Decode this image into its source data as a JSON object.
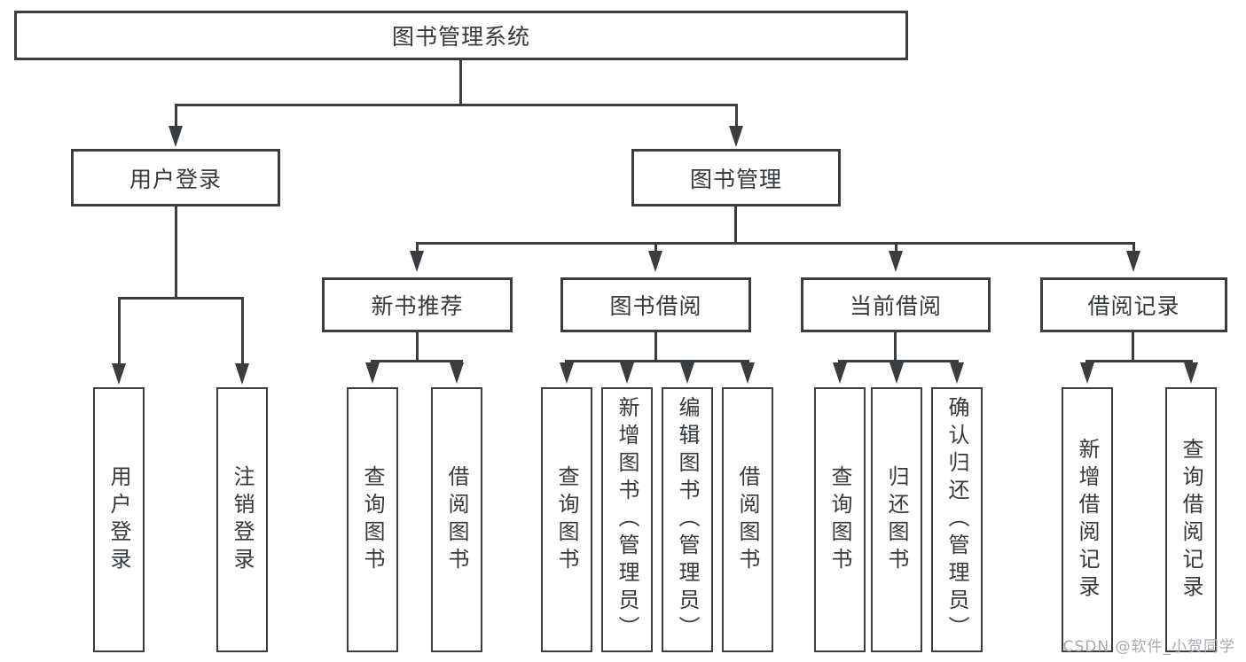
{
  "tree": {
    "label": "图书管理系统",
    "children": [
      {
        "label": "用户登录",
        "children": [
          {
            "label": "用户登录"
          },
          {
            "label": "注销登录"
          }
        ]
      },
      {
        "label": "图书管理",
        "children": [
          {
            "label": "新书推荐",
            "children": [
              {
                "label": "查询图书"
              },
              {
                "label": "借阅图书"
              }
            ]
          },
          {
            "label": "图书借阅",
            "children": [
              {
                "label": "查询图书"
              },
              {
                "label": "新增图书（管理员）"
              },
              {
                "label": "编辑图书（管理员）"
              },
              {
                "label": "借阅图书"
              }
            ]
          },
          {
            "label": "当前借阅",
            "children": [
              {
                "label": "查询图书"
              },
              {
                "label": "归还图书"
              },
              {
                "label": "确认归还（管理员）"
              }
            ]
          },
          {
            "label": "借阅记录",
            "children": [
              {
                "label": "新增借阅记录"
              },
              {
                "label": "查询借阅记录"
              }
            ]
          }
        ]
      }
    ]
  },
  "watermark": "CSDN @软件_小贺同学",
  "colors": {
    "line": "#3a3d40",
    "text": "#36393c",
    "background": "#ffffff",
    "watermark": "#a6a9ad"
  }
}
